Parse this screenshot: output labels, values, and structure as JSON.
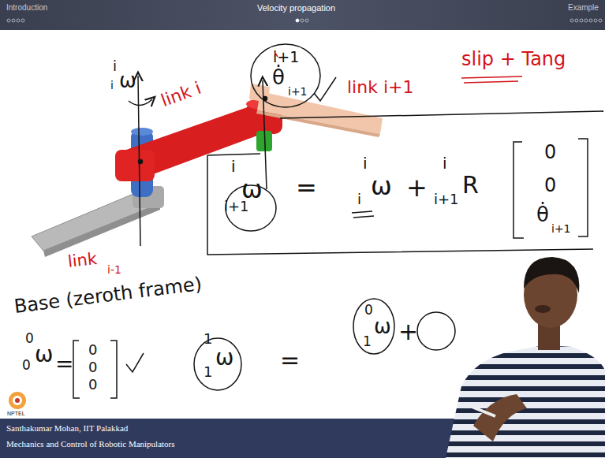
{
  "diagram": {
    "labels": [
      "Introduction",
      "Velocity propagation",
      "Example",
      "i",
      "i",
      "ω",
      "link i",
      "i+1",
      "θ̇",
      "i+1",
      "link i+1",
      "link",
      "i-1",
      "slip + Tang",
      "i",
      "i+1",
      "ω",
      "=",
      "i",
      "i",
      "ω",
      "+",
      "i",
      "i+1",
      "R",
      "0",
      "0",
      "θ̇",
      "i+1",
      "Base (zeroth frame)",
      "0",
      "0",
      "ω",
      "=",
      "0",
      "0",
      "0",
      "1",
      "1",
      "ω",
      "=",
      "0",
      "1",
      "ω",
      "+",
      "NPTEL",
      "Santhakumar Mohan, IIT Palakkad",
      "Mechanics and Control of Robotic Manipulators"
    ]
  }
}
